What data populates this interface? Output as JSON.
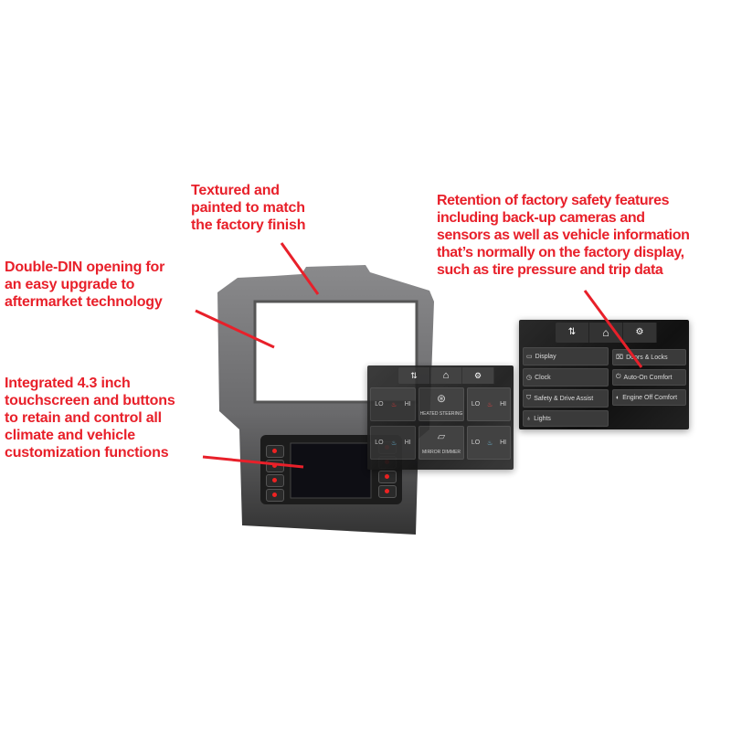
{
  "annotations": {
    "finish": [
      "Textured and",
      "painted to match",
      "the factory finish"
    ],
    "double_din": [
      "Double-DIN opening for",
      "an easy upgrade to",
      "aftermarket technology"
    ],
    "touchscreen": [
      "Integrated 4.3 inch",
      "touchscreen and buttons",
      "to retain and control all",
      "climate and vehicle",
      "customization functions"
    ],
    "safety": [
      "Retention of factory safety features",
      "including back-up cameras and",
      "sensors as well as vehicle information",
      "that’s normally on the factory display,",
      "such as tire pressure and trip data"
    ]
  },
  "accent_color": "#e8202a",
  "settings_screen": {
    "tabs": [
      "⇅",
      "⌂",
      "⚙"
    ],
    "left_items": [
      "Display",
      "Clock",
      "Safety & Drive Assist",
      "Lights"
    ],
    "right_items": [
      "Doors & Locks",
      "Auto-On Comfort",
      "Engine Off Comfort"
    ]
  },
  "climate_screen": {
    "tabs": [
      "⇅",
      "⌂",
      "⚙"
    ],
    "lo": "LO",
    "hi": "HI",
    "heated_steering": "HEATED STEERING",
    "mirror_dimmer": "MIRROR DIMMER"
  }
}
